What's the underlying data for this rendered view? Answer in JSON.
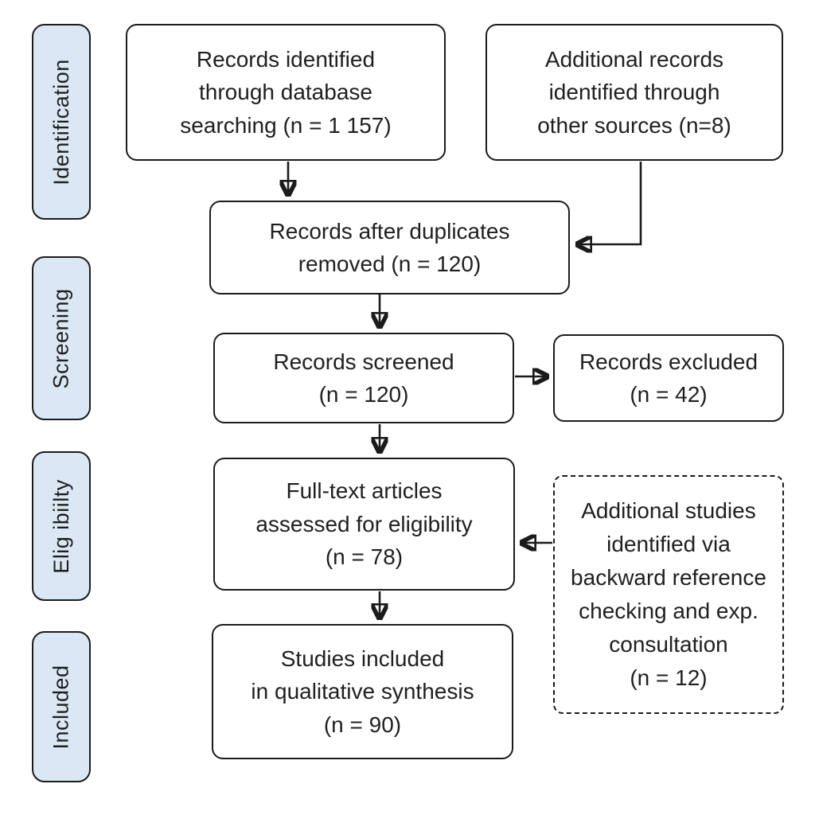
{
  "colors": {
    "background": "#ffffff",
    "box_fill": "#ffffff",
    "stage_fill": "#d9e8f4",
    "line_color": "#1b1b1b",
    "text_color": "#1f1f1f"
  },
  "stages": [
    {
      "id": "identification",
      "label": "Identification"
    },
    {
      "id": "screening",
      "label": "Screening"
    },
    {
      "id": "eligibility",
      "label": "Elig ibiilty"
    },
    {
      "id": "included",
      "label": "Included"
    }
  ],
  "boxes": [
    {
      "id": "records-identified",
      "style": "solid",
      "lines": [
        "Records identified",
        "through database",
        "searching (n = 1 157)"
      ]
    },
    {
      "id": "additional-records",
      "style": "solid",
      "lines": [
        "Additional records",
        "identified through",
        "other sources (n=8)"
      ]
    },
    {
      "id": "duplicates-removed",
      "style": "solid",
      "lines": [
        "Records after duplicates",
        "removed (n = 120)"
      ]
    },
    {
      "id": "records-screened",
      "style": "solid",
      "lines": [
        "Records screened",
        "(n = 120)"
      ]
    },
    {
      "id": "records-excluded",
      "style": "solid",
      "lines": [
        "Records excluded",
        "(n = 42)"
      ]
    },
    {
      "id": "fulltext-assessed",
      "style": "solid",
      "lines": [
        "Full-text articles",
        "assessed for eligibility",
        "(n = 78)"
      ]
    },
    {
      "id": "additional-studies",
      "style": "dashed",
      "lines": [
        "Additional studies",
        "identified via",
        "backward reference",
        "checking and exp.",
        "consultation",
        "(n = 12)"
      ]
    },
    {
      "id": "studies-included",
      "style": "solid",
      "lines": [
        "Studies included",
        "in qualitative synthesis",
        "(n = 90)"
      ]
    }
  ],
  "flows": [
    {
      "from": "records-identified",
      "to": "duplicates-removed"
    },
    {
      "from": "additional-records",
      "to": "duplicates-removed"
    },
    {
      "from": "duplicates-removed",
      "to": "records-screened"
    },
    {
      "from": "records-screened",
      "to": "records-excluded"
    },
    {
      "from": "records-screened",
      "to": "fulltext-assessed"
    },
    {
      "from": "additional-studies",
      "to": "fulltext-assessed"
    },
    {
      "from": "fulltext-assessed",
      "to": "studies-included"
    }
  ]
}
